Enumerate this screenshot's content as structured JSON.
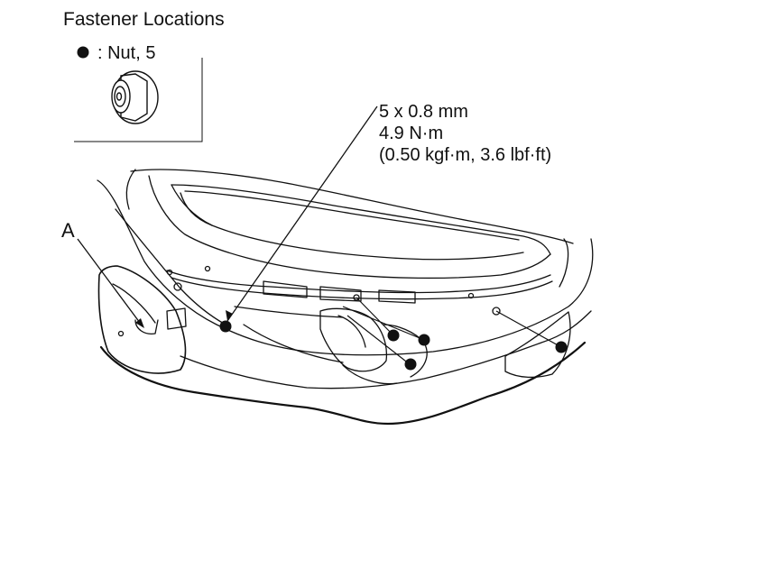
{
  "title": "Fastener Locations",
  "legend": {
    "symbol": "●",
    "label": ": Nut, 5"
  },
  "spec": {
    "size": "5 x 0.8 mm",
    "torque_nm": "4.9 N·m",
    "torque_alt": "(0.50 kgf·m, 3.6 lbf·ft)"
  },
  "callout_a": "A",
  "colors": {
    "line": "#111111",
    "background": "#ffffff"
  }
}
